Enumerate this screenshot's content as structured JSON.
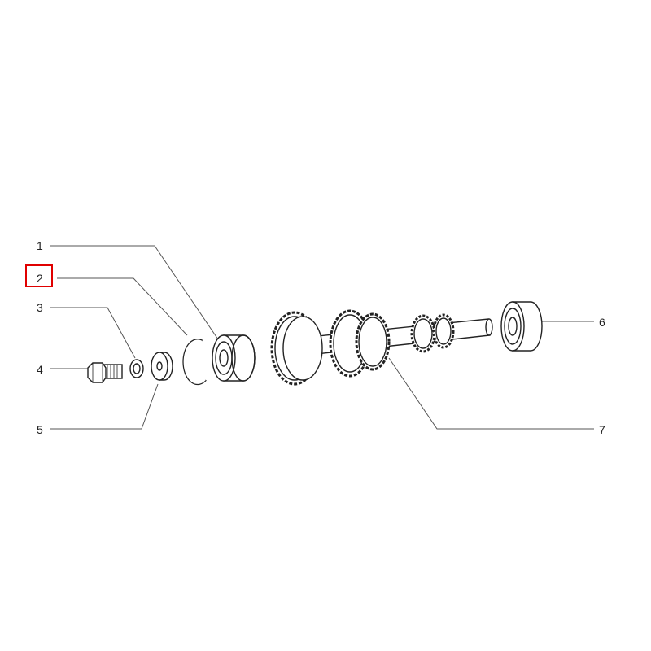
{
  "diagram": {
    "highlight_color": "#e00000",
    "highlighted_label": "2",
    "callouts": [
      {
        "label": "1",
        "part": "ball-bearing"
      },
      {
        "label": "2",
        "part": "snap-ring"
      },
      {
        "label": "3",
        "part": "lock-washer"
      },
      {
        "label": "4",
        "part": "bolt"
      },
      {
        "label": "5",
        "part": "washer"
      },
      {
        "label": "6",
        "part": "ball-bearing"
      },
      {
        "label": "7",
        "part": "gear-shaft"
      }
    ]
  }
}
